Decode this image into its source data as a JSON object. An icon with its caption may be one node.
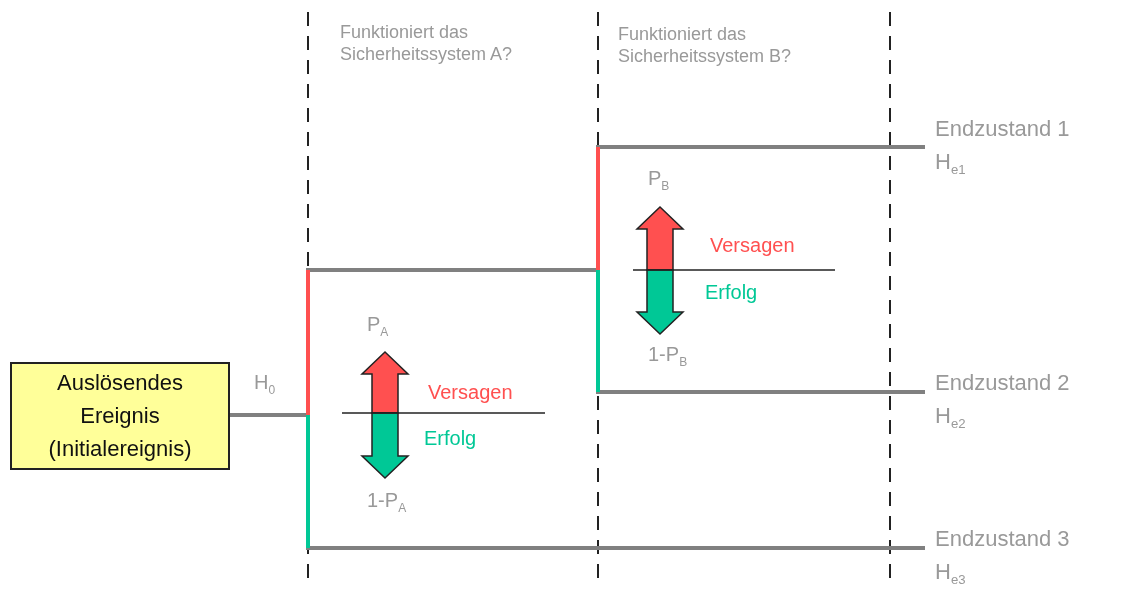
{
  "diagram": {
    "nodes": [
      {
        "text": [
          "Auslösendes Ereignis (Initialereignis)"
        ]
      },
      {
        "text": [
          "Endzustand 1",
          "H$_{e1}$"
        ]
      },
      {
        "text": [
          "Endzustand 2",
          "H$_{e2}$"
        ]
      },
      {
        "text": [
          "Endzustand 3",
          "H$_{e3}$"
        ]
      }
    ],
    "edges": [
      {
        "from": 0,
        "to": 1,
        "arrow": "none"
      },
      {
        "from": 0,
        "to": 2,
        "arrow": "none"
      },
      {
        "from": 0,
        "to": 3,
        "arrow": "none"
      }
    ],
    "labels": [
      "Funktioniert das Sicherheitssystem A?",
      "Funktioniert das Sicherheitssystem B?",
      "P$_{B}$",
      "Versagen",
      "Erfolg",
      "1-P$_{B}$",
      "H$_{0}$",
      "P$_{A}$",
      "Versagen",
      "Erfolg",
      "1-P$_{A}$"
    ]
  }
}
